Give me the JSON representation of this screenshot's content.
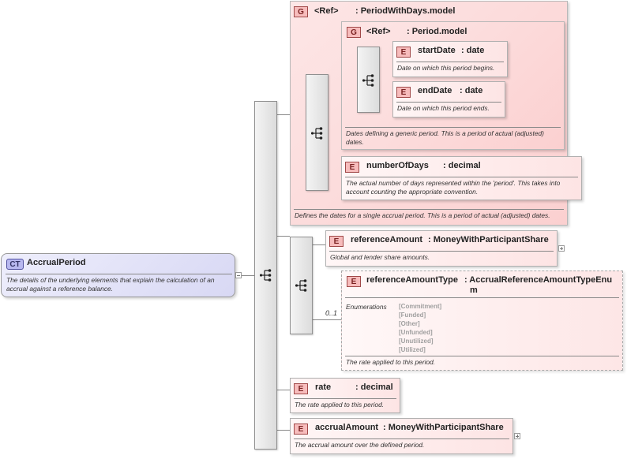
{
  "root": {
    "badge": "CT",
    "name": "AccrualPeriod",
    "doc": "The details of the underlying elements that explain the calculation of an accrual against a reference balance."
  },
  "group_period_with_days": {
    "badge": "G",
    "ref": "<Ref>",
    "name": ": PeriodWithDays.model",
    "doc": "Defines the dates for a single accrual period. This is a period of actual (adjusted) dates."
  },
  "group_period": {
    "badge": "G",
    "ref": "<Ref>",
    "name": ": Period.model",
    "doc": "Dates defining a generic period. This is a period of actual (adjusted) dates."
  },
  "start_date": {
    "badge": "E",
    "name": "startDate",
    "type": ": date",
    "doc": "Date on which this period begins."
  },
  "end_date": {
    "badge": "E",
    "name": "endDate",
    "type": ": date",
    "doc": "Date on which this period ends."
  },
  "number_of_days": {
    "badge": "E",
    "name": "numberOfDays",
    "type": ": decimal",
    "doc": "The actual number of days represented within the 'period'. This takes into account counting the appropriate convention."
  },
  "reference_amount": {
    "badge": "E",
    "name": "referenceAmount",
    "type": ": MoneyWithParticipantShare",
    "doc": "Global and lender share amounts."
  },
  "reference_amount_type": {
    "badge": "E",
    "name": "referenceAmountType",
    "type_line1": ": AccrualReferenceAmountTypeEnu",
    "type_line2": "m",
    "enum_label": "Enumerations",
    "enums": [
      "[Commitment]",
      "[Funded]",
      "[Other]",
      "[Unfunded]",
      "[Unutilized]",
      "[Utilized]"
    ],
    "occurs": "0..1",
    "doc": "The rate applied to this period."
  },
  "rate": {
    "badge": "E",
    "name": "rate",
    "type": ": decimal",
    "doc": "The rate applied to this period."
  },
  "accrual_amount": {
    "badge": "E",
    "name": "accrualAmount",
    "type": ": MoneyWithParticipantShare",
    "doc": "The accrual amount over the defined period."
  },
  "colors": {
    "element_border": "#b0b0b0",
    "badge_fill": "#f7bcbc",
    "complex_type_fill": "#d8d8f4"
  }
}
